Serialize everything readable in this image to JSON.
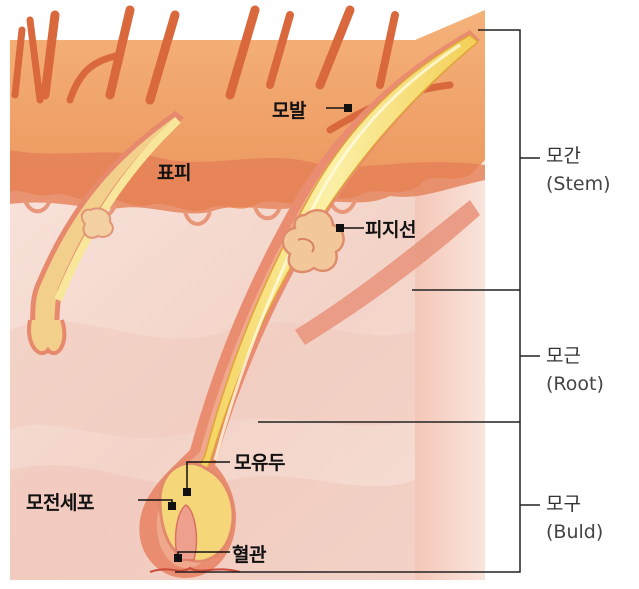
{
  "labels": {
    "hair": "모발",
    "epidermis": "표피",
    "sebaceous_gland": "피지선",
    "dermal_papilla": "모유두",
    "hair_matrix_cell": "모전세포",
    "blood_vessel": "혈관"
  },
  "sections": {
    "stem": {
      "name": "모간",
      "english": "(Stem)"
    },
    "root": {
      "name": "모근",
      "english": "(Root)"
    },
    "bulb": {
      "name": "모구",
      "english": "(Buld)"
    }
  },
  "colors": {
    "skin_surface": "#f0a067",
    "dermis": "#f6d9cf",
    "hair_shaft": "#f7e07a",
    "follicle": "#e4876f",
    "hair_strand": "#d9683c",
    "bracket_line": "#222222"
  }
}
